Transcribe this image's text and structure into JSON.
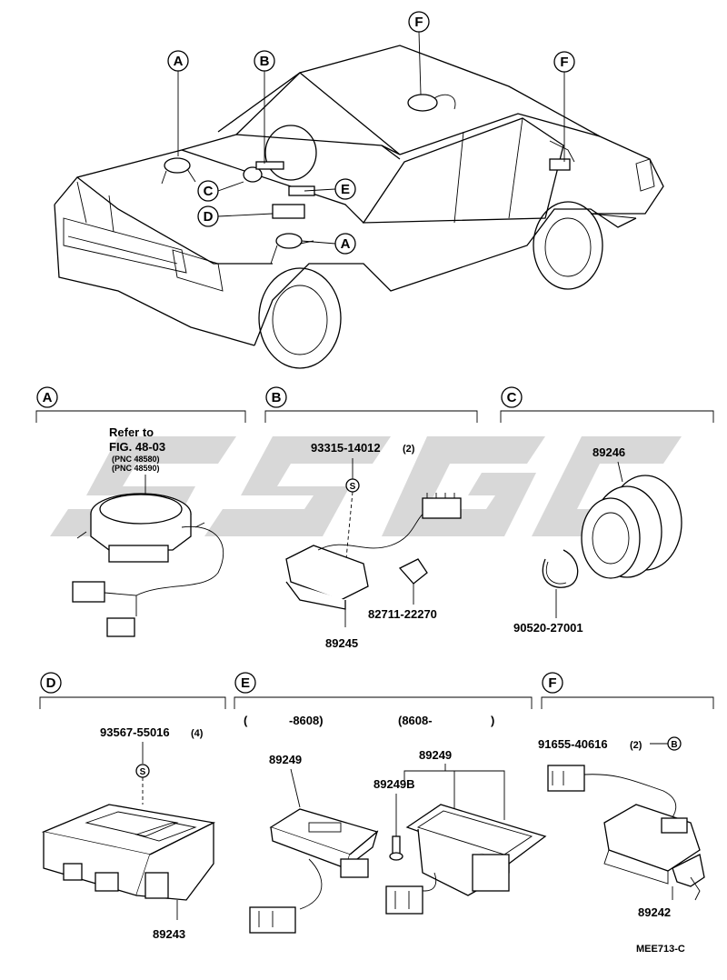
{
  "diagram": {
    "main_callouts": [
      "A",
      "B",
      "C",
      "D",
      "E",
      "A",
      "F",
      "F"
    ],
    "panels": [
      {
        "letter": "A",
        "texts": [
          "Refer to",
          "FIG. 48-03",
          "(PNC 48580)",
          "(PNC 48590)"
        ]
      },
      {
        "letter": "B",
        "texts": [
          "93315-14012",
          "(2)",
          "S",
          "82711-22270",
          "89245"
        ]
      },
      {
        "letter": "C",
        "texts": [
          "89246",
          "90520-27001"
        ]
      },
      {
        "letter": "D",
        "texts": [
          "93567-55016",
          "(4)",
          "S",
          "89243"
        ]
      },
      {
        "letter": "E",
        "texts": [
          "(",
          "-8608)",
          "(8608-",
          ")",
          "89249",
          "89249",
          "89249B"
        ]
      },
      {
        "letter": "F",
        "texts": [
          "91655-40616",
          "(2)",
          "B",
          "89242"
        ]
      }
    ],
    "figure_code": "MEE713-C"
  }
}
